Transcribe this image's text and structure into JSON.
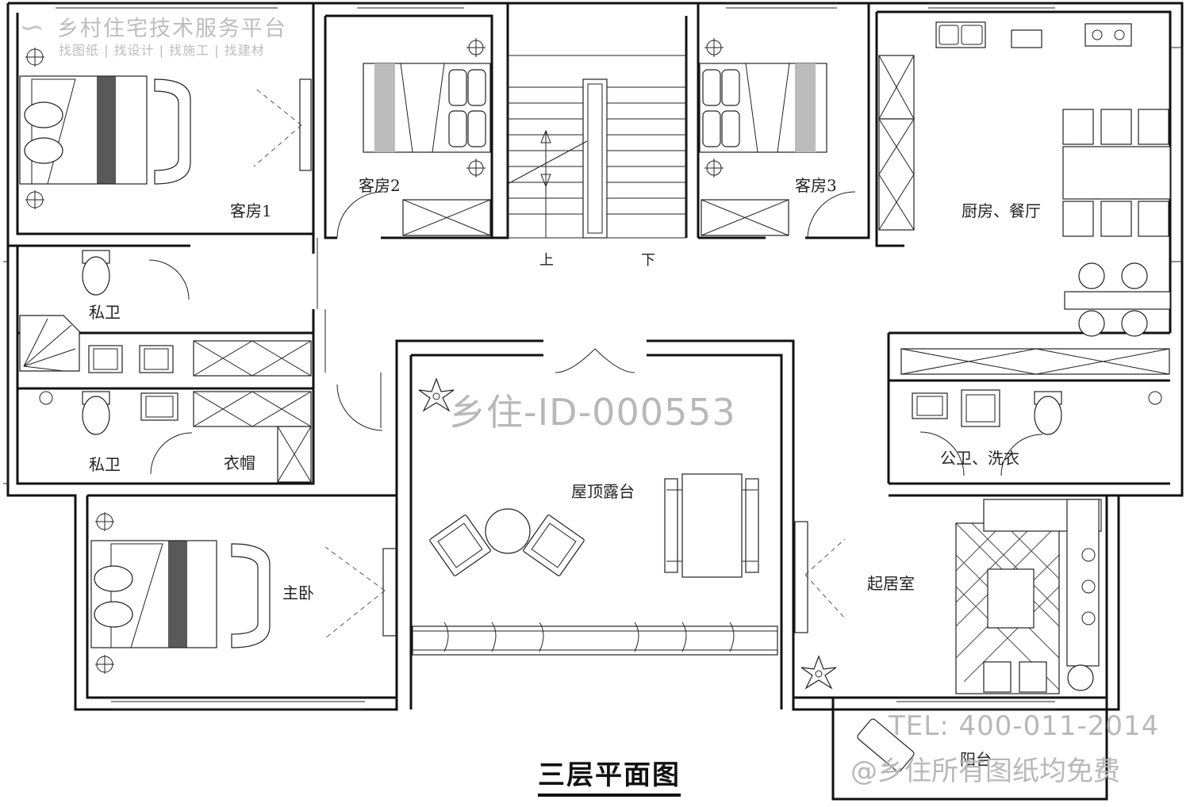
{
  "logo": {
    "title": "乡村住宅技术服务平台",
    "subtitle": "找图纸 | 找设计 | 找施工 | 找建材"
  },
  "rooms": {
    "guest1": "客房1",
    "guest2": "客房2",
    "guest3": "客房3",
    "kitchen": "厨房、餐厅",
    "bath1": "私卫",
    "bath2": "私卫",
    "closet": "衣帽",
    "terrace": "屋顶露台",
    "master": "主卧",
    "public_bath": "公卫、洗衣",
    "living": "起居室",
    "balcony": "阳台"
  },
  "stairs": {
    "up": "上",
    "down": "下"
  },
  "watermarks": {
    "id": "乡住-ID-000553",
    "tel": "TEL: 400-011-2014",
    "free": "@乡住所有图纸均免费"
  },
  "title": "三层平面图"
}
